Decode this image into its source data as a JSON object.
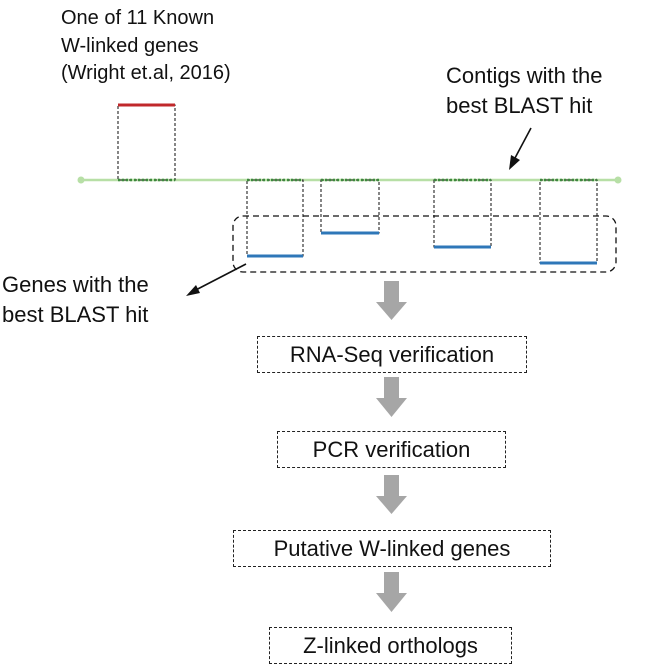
{
  "known_gene": {
    "lines": [
      "One of 11 Known",
      "W-linked genes",
      "(Wright et.al, 2016)"
    ]
  },
  "contigs_label": {
    "lines": [
      "Contigs with the",
      "best BLAST hit"
    ]
  },
  "genes_label": {
    "lines": [
      "Genes with the",
      "best BLAST hit"
    ]
  },
  "steps": [
    "RNA-Seq verification",
    "PCR verification",
    "Putative W-linked genes",
    "Z-linked orthologs"
  ],
  "colors": {
    "chromosome": "#b7dfa6",
    "known_gene": "#c0282b",
    "gene_hit": "#2e77b8",
    "arrow": "#a6a6a6",
    "dash": "#222222"
  }
}
